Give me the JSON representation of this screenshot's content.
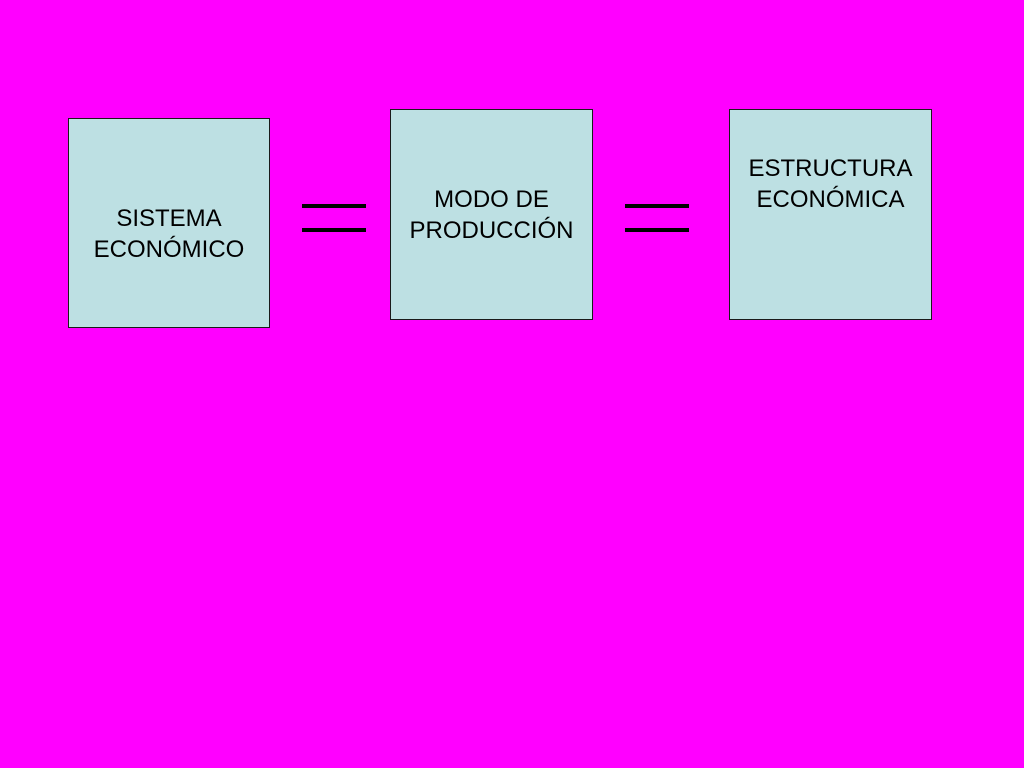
{
  "colors": {
    "background": "#ff00ff",
    "box_fill": "#bde0e3",
    "equals_color": "#000000"
  },
  "diagram": {
    "boxes": [
      {
        "label": "SISTEMA\nECONÓMICO"
      },
      {
        "label": "MODO DE\nPRODUCCIÓN"
      },
      {
        "label": "ESTRUCTURA\nECONÓMICA"
      }
    ],
    "connectors": [
      {
        "type": "equals-sign-icon"
      },
      {
        "type": "equals-sign-icon"
      }
    ]
  }
}
